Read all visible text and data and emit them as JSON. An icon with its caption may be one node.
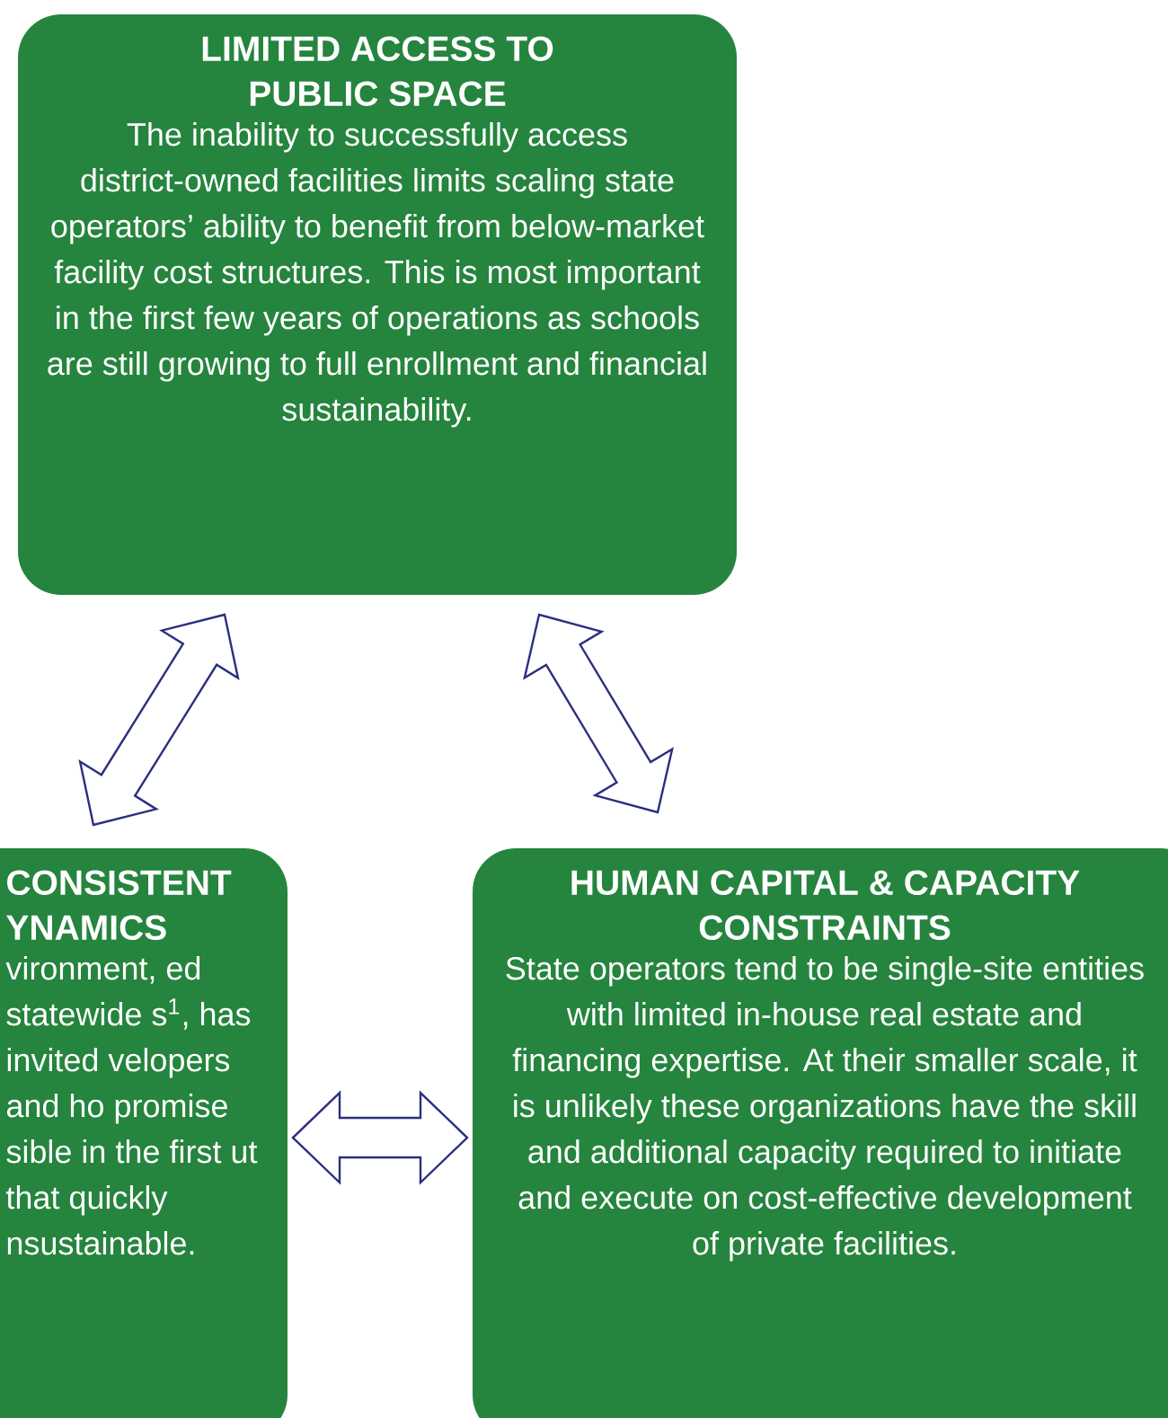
{
  "diagram": {
    "nodes": [
      {
        "text": [
          "LIMITED ACCESS TO PUBLIC SPACE",
          "The inability to successfully access district-owned facilities limits scaling state operators’ ability to benefit from below-market facility cost structures. This is most important in the first few years of operations as schools are still growing to full enrollment and financial sustainability."
        ]
      },
      {
        "text": [
          "CONSISTENT YNAMICS",
          "vironment, ed statewide s$^{1}$, has invited velopers and ho promise sible in the first ut that quickly nsustainable."
        ]
      },
      {
        "text": [
          "HUMAN CAPITAL & CAPACITY CONSTRAINTS",
          "State operators tend to be single-site entities with limited in-house real estate and financing expertise. At their smaller scale, it is unlikely these organizations have the skill and additional capacity required to initiate and execute on cost-effective development of private facilities."
        ]
      }
    ],
    "edges": [
      {
        "from": 0,
        "to": 1,
        "arrow": "both"
      },
      {
        "from": 0,
        "to": 2,
        "arrow": "both"
      },
      {
        "from": 1,
        "to": 2,
        "arrow": "both"
      }
    ]
  }
}
